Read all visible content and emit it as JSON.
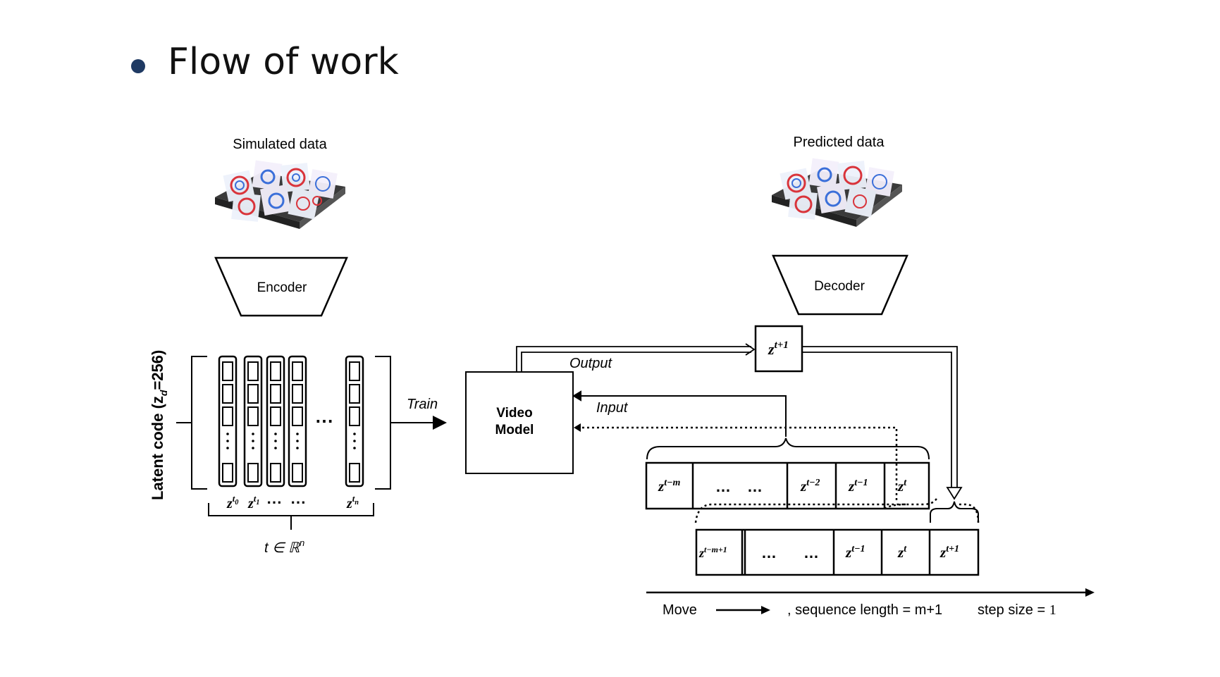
{
  "slide": {
    "title": "Flow of work"
  },
  "diagram": {
    "simulated_data_label": "Simulated data",
    "predicted_data_label": "Predicted data",
    "encoder_label": "Encoder",
    "decoder_label": "Decoder",
    "latent_code_label": "Latent code (z",
    "latent_code_sub": "d",
    "latent_code_value": "=256)",
    "train_label": "Train",
    "video_model_line1": "Video",
    "video_model_line2": "Model",
    "output_label": "Output",
    "input_label": "Input",
    "ellipsis": "⋯",
    "ellipsis_dots": "…",
    "latent_ticks": [
      {
        "base": "z",
        "sup": "t",
        "sub": "0"
      },
      {
        "base": "z",
        "sup": "t",
        "sub": "1"
      },
      {
        "base": "z",
        "sup": "t",
        "sub": "n"
      }
    ],
    "t_space": "t ∈ ℝ",
    "t_space_sup": "n",
    "z_next": {
      "base": "z",
      "sup": "t+1"
    },
    "seq_top": [
      {
        "base": "z",
        "sup": "t−m"
      },
      {
        "base": "z",
        "sup": "t−2"
      },
      {
        "base": "z",
        "sup": "t−1"
      },
      {
        "base": "z",
        "sup": "t"
      }
    ],
    "seq_bottom": [
      {
        "base": "z",
        "sup": "t−m+1"
      },
      {
        "base": "z",
        "sup": "t−1"
      },
      {
        "base": "z",
        "sup": "t"
      },
      {
        "base": "z",
        "sup": "t+1"
      }
    ],
    "move_label": "Move",
    "sequence_length_label": ", sequence length = m+1",
    "step_size_label": "step size = ",
    "step_size_value": "1"
  },
  "colors": {
    "bullet": "#1f3a63",
    "stroke": "#000000",
    "data_red": "#d9343b",
    "data_blue": "#3b6fd9",
    "data_tray": "#3a3a3a"
  }
}
